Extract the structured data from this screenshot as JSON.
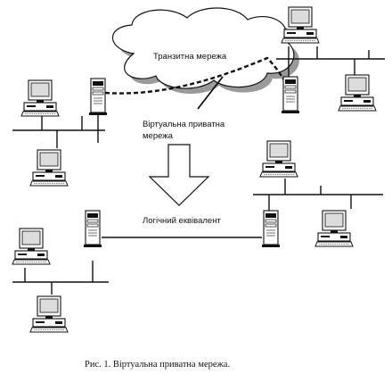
{
  "labels": {
    "transit_network": "Транзитна мережа",
    "vpn_line1": "Віртуальна приватна",
    "vpn_line2": "мережа",
    "logical_equivalent": "Логічний еквівалент"
  },
  "caption": "Рис. 1. Віртуальна приватна мережа.",
  "icons": [
    "cloud-icon",
    "pc-icon",
    "server-tower-icon",
    "down-arrow-icon"
  ],
  "colors": {
    "line": "#111111",
    "cloud_shadow": "#9a9a9a",
    "screen": "#dcdcdc"
  }
}
